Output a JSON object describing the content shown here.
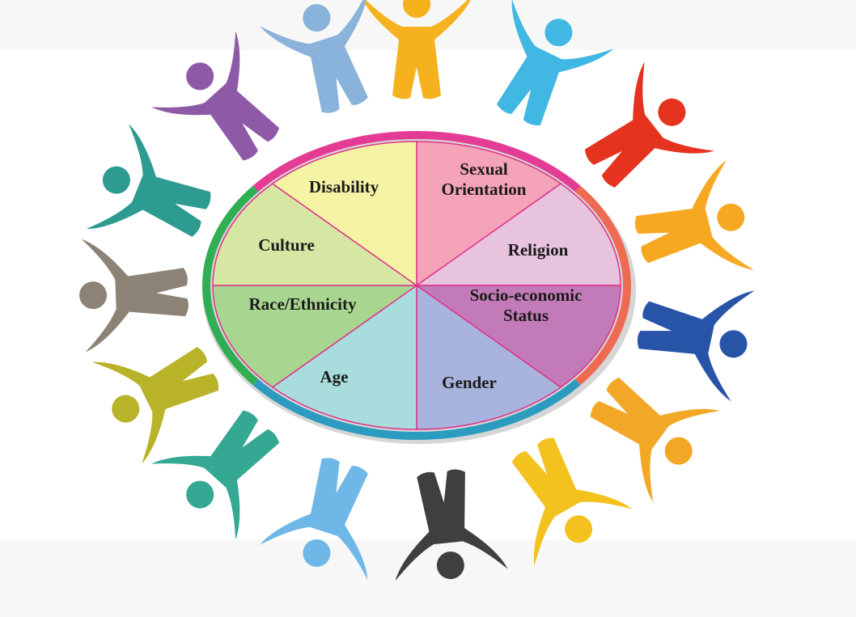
{
  "wheel": {
    "segments": [
      {
        "label_lines": [
          "Sexual",
          "Orientation"
        ],
        "color": "#f4a3b9"
      },
      {
        "label_lines": [
          "Religion"
        ],
        "color": "#e8c3de"
      },
      {
        "label_lines": [
          "Socio-economic",
          "Status"
        ],
        "color": "#c27bb8"
      },
      {
        "label_lines": [
          "Gender"
        ],
        "color": "#a8b3de"
      },
      {
        "label_lines": [
          "Age"
        ],
        "color": "#a9dcdc"
      },
      {
        "label_lines": [
          "Race/Ethnicity"
        ],
        "color": "#a8d690"
      },
      {
        "label_lines": [
          "Culture"
        ],
        "color": "#d6e7a4"
      },
      {
        "label_lines": [
          "Disability"
        ],
        "color": "#f5f4a5"
      }
    ],
    "divider_color": "#e0338a",
    "rim_colors": [
      "#e43c95",
      "#ee6a52",
      "#2b9bc0",
      "#2fae53"
    ]
  },
  "people": {
    "colors": [
      "#f5b21e",
      "#40b8e3",
      "#e5331f",
      "#f7a823",
      "#2854a8",
      "#f2a727",
      "#f3c21f",
      "#3f3f3f",
      "#6fb7e6",
      "#34a892",
      "#b9b329",
      "#8c8276",
      "#2d9b90",
      "#8e5aa8",
      "#89b3da"
    ],
    "names": [
      "yellow",
      "light-blue",
      "red",
      "orange",
      "blue",
      "gold",
      "yellow-bottom",
      "dark-gray",
      "sky-blue",
      "teal",
      "olive",
      "taupe",
      "sea-green",
      "purple",
      "pale-blue"
    ]
  }
}
